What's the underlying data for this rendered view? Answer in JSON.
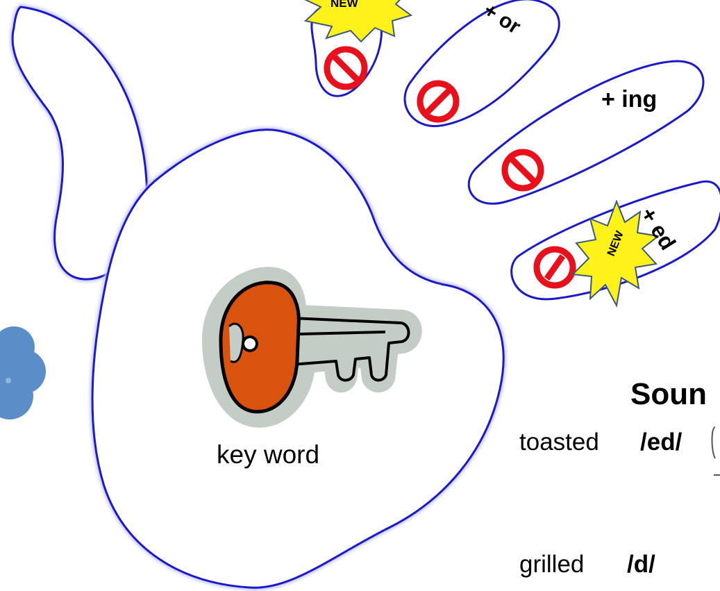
{
  "colors": {
    "outline": "#1a1acc",
    "outline_glow": "#c8c8ff",
    "prohibit_red": "#e8101a",
    "starburst_fill": "#fff21a",
    "starburst_stroke": "#3a5a7a",
    "key_orange": "#d9530e",
    "key_grey": "#c4ccc6",
    "cloud_blue": "#5b8ec9"
  },
  "hand": {
    "finger_labels": {
      "or": "+ or",
      "ing": "+ ing",
      "ed": "+ ed"
    },
    "badges": {
      "new_top": "NEW",
      "new_bottom": "NEW"
    },
    "palm_label": "key word",
    "icons": [
      "key-icon",
      "prohibited-icon",
      "starburst-icon",
      "cloud-icon"
    ]
  },
  "sounds": {
    "heading": "Soun",
    "rows": [
      {
        "word": "toasted",
        "sound": "/ed/"
      },
      {
        "word": "grilled",
        "sound": "/d/"
      }
    ]
  }
}
